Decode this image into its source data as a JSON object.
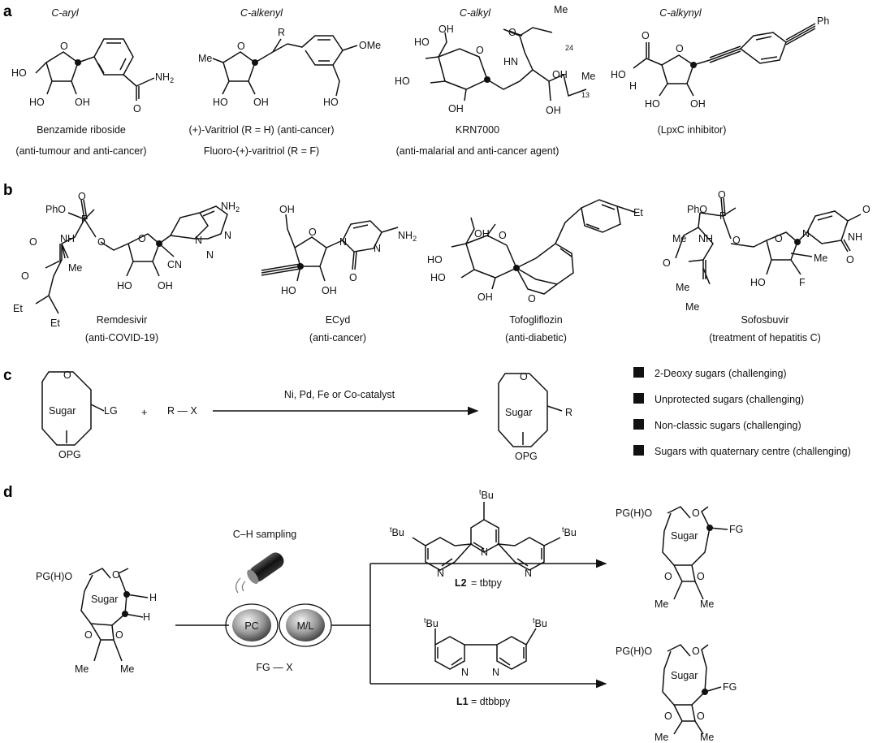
{
  "panels": {
    "a": "a",
    "b": "b",
    "c": "c",
    "d": "d"
  },
  "panel_a": {
    "headings": [
      "C-aryl",
      "C-alkenyl",
      "C-alkyl",
      "C-alkynyl"
    ],
    "compounds": [
      {
        "name": "Benzamide riboside",
        "note": "(anti-tumour and anti-cancer)"
      },
      {
        "name": "(+)-Varitriol  (R = H) (anti-cancer)",
        "note": "Fluoro-(+)-varitriol  (R = F)"
      },
      {
        "name": "KRN7000",
        "note": "(anti-malarial and anti-cancer agent)"
      },
      {
        "name": "(LpxC inhibitor)",
        "note": ""
      }
    ]
  },
  "panel_b": {
    "compounds": [
      {
        "name": "Remdesivir",
        "note": "(anti-COVID-19)"
      },
      {
        "name": "ECyd",
        "note": "(anti-cancer)"
      },
      {
        "name": "Tofogliflozin",
        "note": "(anti-diabetic)"
      },
      {
        "name": "Sofosbuvir",
        "note": "(treatment of hepatitis C)"
      }
    ]
  },
  "panel_c": {
    "sugar": "Sugar",
    "lg": "LG",
    "pg": "OPG",
    "plus": "+",
    "reagent": "R — X",
    "catalyst": "Ni, Pd, Fe  or Co-catalyst",
    "product_sub": "R",
    "legend": [
      "2-Deoxy sugars (challenging)",
      "Unprotected sugars (challenging)",
      "Non-classic sugars (challenging)",
      "Sugars with quaternary centre (challenging)"
    ]
  },
  "panel_d": {
    "sampling": "C–H sampling",
    "pc": "PC",
    "ml": "M/L",
    "fgx": "FG — X",
    "sm_pg": "PG(H)O",
    "sm_sugar": "Sugar",
    "h": "H",
    "me": "Me",
    "l2_label": "L2",
    "l2_name": "= tbtpy",
    "l1_label": "L1",
    "l1_name": "= dtbbpy",
    "tbu": "Bu",
    "t": "t",
    "fg": "FG"
  },
  "atoms": {
    "ho": "HO",
    "oh": "OH",
    "o": "O",
    "nh2": "NH",
    "n": "N",
    "me": "Me",
    "ome": "OMe",
    "r": "R",
    "f": "F",
    "cn": "CN",
    "pho": "PhO",
    "p": "P",
    "et": "Et",
    "ph": "Ph",
    "hn": "HN",
    "hno": "HO",
    "nh": "NH",
    "h": "H",
    "24": "24",
    "13": "13",
    "2": "2"
  }
}
